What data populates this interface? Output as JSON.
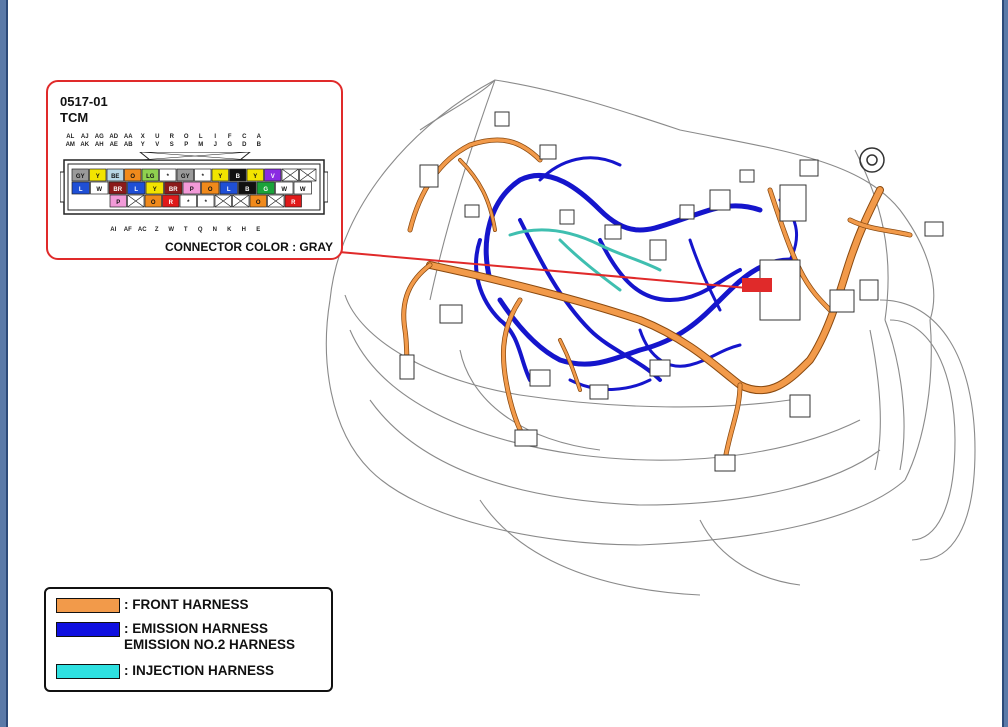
{
  "connector": {
    "code": "0517-01",
    "name": "TCM",
    "caption": "CONNECTOR COLOR : GRAY",
    "top_pins_row1": [
      "AL",
      "AJ",
      "AG",
      "AD",
      "AA",
      "X",
      "U",
      "R",
      "O",
      "L",
      "I",
      "F",
      "C",
      "A"
    ],
    "top_pins_row2": [
      "AM",
      "AK",
      "AH",
      "AE",
      "AB",
      "Y",
      "V",
      "S",
      "P",
      "M",
      "J",
      "G",
      "D",
      "B"
    ],
    "bottom_pins": [
      "AI",
      "AF",
      "AC",
      "Z",
      "W",
      "T",
      "Q",
      "N",
      "K",
      "H",
      "E"
    ],
    "row1": [
      {
        "t": "GY",
        "c": "#9a9a9a"
      },
      {
        "t": "Y",
        "c": "#f2e400"
      },
      {
        "t": "BE",
        "c": "#b9d7e6"
      },
      {
        "t": "O",
        "c": "#f08a1c"
      },
      {
        "t": "LG",
        "c": "#8fd14f"
      },
      {
        "t": "*",
        "c": "#ffffff"
      },
      {
        "t": "GY",
        "c": "#9a9a9a"
      },
      {
        "t": "*",
        "c": "#ffffff"
      },
      {
        "t": "Y",
        "c": "#f2e400"
      },
      {
        "t": "B",
        "c": "#111111"
      },
      {
        "t": "Y",
        "c": "#f2e400"
      },
      {
        "t": "V",
        "c": "#8a2be2"
      },
      {
        "t": "",
        "c": "x"
      },
      {
        "t": "",
        "c": "x"
      }
    ],
    "row2": [
      {
        "t": "L",
        "c": "#1f4fd6"
      },
      {
        "t": "W",
        "c": "#ffffff"
      },
      {
        "t": "BR",
        "c": "#8b1a1a"
      },
      {
        "t": "L",
        "c": "#1f4fd6"
      },
      {
        "t": "Y",
        "c": "#f2e400"
      },
      {
        "t": "BR",
        "c": "#8b1a1a"
      },
      {
        "t": "P",
        "c": "#f29ad8"
      },
      {
        "t": "O",
        "c": "#f08a1c"
      },
      {
        "t": "L",
        "c": "#1f4fd6"
      },
      {
        "t": "B",
        "c": "#111111"
      },
      {
        "t": "G",
        "c": "#1aa33a"
      },
      {
        "t": "W",
        "c": "#ffffff"
      },
      {
        "t": "W",
        "c": "#ffffff"
      }
    ],
    "row3": [
      {
        "t": "P",
        "c": "#f29ad8"
      },
      {
        "t": "",
        "c": "x"
      },
      {
        "t": "O",
        "c": "#f08a1c"
      },
      {
        "t": "R",
        "c": "#e01a1a"
      },
      {
        "t": "*",
        "c": "#ffffff"
      },
      {
        "t": "*",
        "c": "#ffffff"
      },
      {
        "t": "",
        "c": "x"
      },
      {
        "t": "",
        "c": "x"
      },
      {
        "t": "O",
        "c": "#f08a1c"
      },
      {
        "t": "",
        "c": "x"
      },
      {
        "t": "R",
        "c": "#e01a1a"
      }
    ]
  },
  "legend": {
    "items": [
      {
        "color": "#f29a4a",
        "lines": [
          ": FRONT HARNESS"
        ]
      },
      {
        "color": "#1010e0",
        "lines": [
          ": EMISSION HARNESS",
          "  EMISSION NO.2 HARNESS"
        ]
      },
      {
        "color": "#2ee0e0",
        "lines": [
          ": INJECTION HARNESS"
        ]
      }
    ]
  },
  "colors": {
    "front": "#f29a4a",
    "emission": "#1515cc",
    "injection": "#3fbfb0",
    "pointer": "#e02a2a",
    "outline": "#7a7a7a"
  }
}
